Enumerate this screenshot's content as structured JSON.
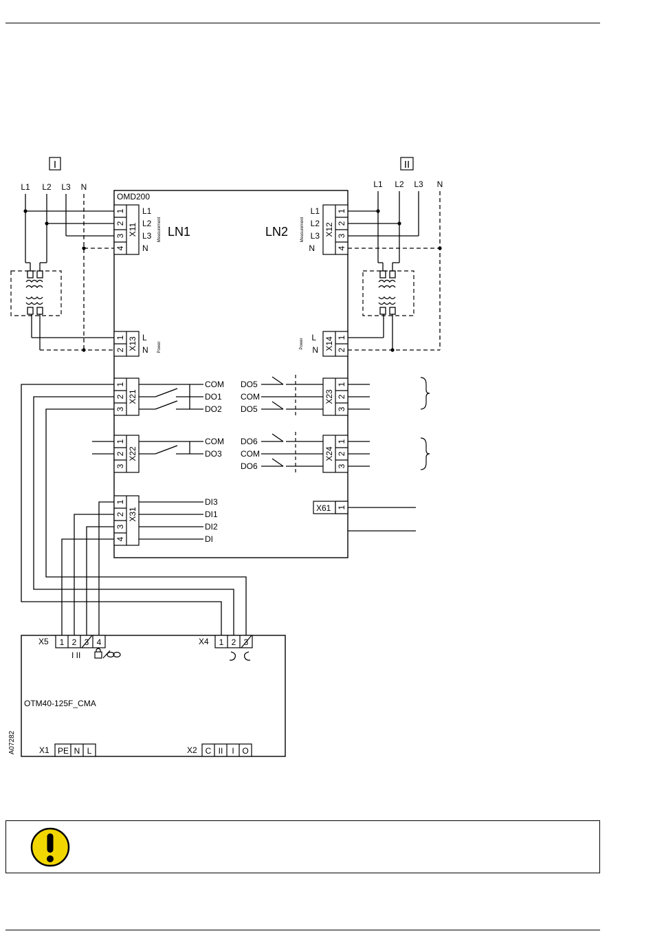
{
  "sources": {
    "left_label": "I",
    "right_label": "II"
  },
  "phases": {
    "l1": "L1",
    "l2": "L2",
    "l3": "L3",
    "n": "N"
  },
  "omd": {
    "title": "OMD200",
    "ln1": "LN1",
    "ln2": "LN2",
    "measurement": "Measurement",
    "power": "Power",
    "terminals": {
      "x11": "X11",
      "x12": "X12",
      "x13": "X13",
      "x14": "X14",
      "x21": "X21",
      "x22": "X22",
      "x23": "X23",
      "x24": "X24",
      "x31": "X31",
      "x61": "X61"
    },
    "pins": {
      "p1": "1",
      "p2": "2",
      "p3": "3",
      "p4": "4"
    },
    "signals": {
      "l": "L",
      "n": "N",
      "com": "COM",
      "do1": "DO1",
      "do2": "DO2",
      "do3": "DO3",
      "do5": "DO5",
      "do6": "DO6",
      "di": "DI",
      "di1": "DI1",
      "di2": "DI2",
      "di3": "DI3"
    }
  },
  "otm": {
    "title": "OTM40-125F_CMA",
    "x5": "X5",
    "x4": "X4",
    "x1": "X1",
    "x2": "X2",
    "x5_symbols": "I II",
    "x1_pins": {
      "pe": "PE",
      "n": "N",
      "l": "L"
    },
    "x2_pins": {
      "c": "C",
      "ii": "II",
      "i": "I",
      "o": "O"
    }
  },
  "figure_id": "A07282",
  "colors": {
    "line": "#000000",
    "warning_yellow": "#f2d600"
  },
  "icons": {
    "notice": "exclamation-warning-icon"
  }
}
